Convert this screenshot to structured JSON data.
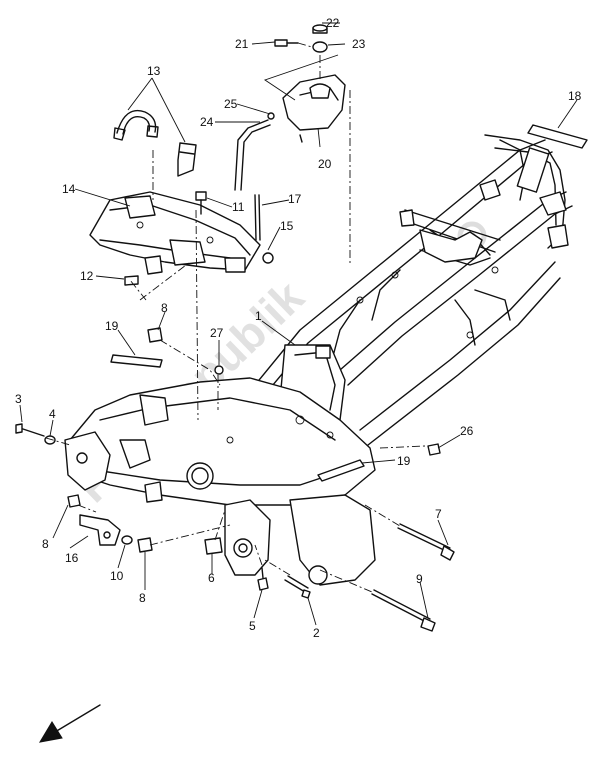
{
  "callouts": [
    {
      "id": "c22",
      "text": "22"
    },
    {
      "id": "c21",
      "text": "21"
    },
    {
      "id": "c23",
      "text": "23"
    },
    {
      "id": "c13",
      "text": "13"
    },
    {
      "id": "c25",
      "text": "25"
    },
    {
      "id": "c24",
      "text": "24"
    },
    {
      "id": "c20",
      "text": "20"
    },
    {
      "id": "c18",
      "text": "18"
    },
    {
      "id": "c14",
      "text": "14"
    },
    {
      "id": "c11",
      "text": "11"
    },
    {
      "id": "c17",
      "text": "17"
    },
    {
      "id": "c15",
      "text": "15"
    },
    {
      "id": "c12",
      "text": "12"
    },
    {
      "id": "c8a",
      "text": "8"
    },
    {
      "id": "c1",
      "text": "1"
    },
    {
      "id": "c19a",
      "text": "19"
    },
    {
      "id": "c27",
      "text": "27"
    },
    {
      "id": "c3",
      "text": "3"
    },
    {
      "id": "c4",
      "text": "4"
    },
    {
      "id": "c26",
      "text": "26"
    },
    {
      "id": "c19b",
      "text": "19"
    },
    {
      "id": "c7",
      "text": "7"
    },
    {
      "id": "c8b",
      "text": "8"
    },
    {
      "id": "c16",
      "text": "16"
    },
    {
      "id": "c10",
      "text": "10"
    },
    {
      "id": "c8c",
      "text": "8"
    },
    {
      "id": "c6",
      "text": "6"
    },
    {
      "id": "c9",
      "text": "9"
    },
    {
      "id": "c5",
      "text": "5"
    },
    {
      "id": "c2",
      "text": "2"
    }
  ],
  "watermark": "Partsrepublik",
  "icons": {
    "front_arrow": "direction-arrow-icon",
    "watermark_gear": "gear-icon"
  }
}
